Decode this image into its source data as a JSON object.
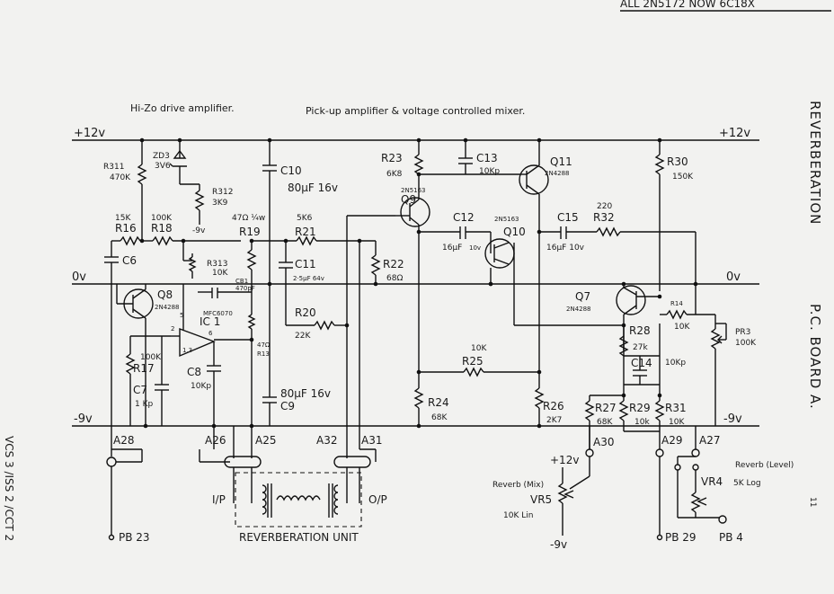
{
  "header": {
    "top_strip": "ALL 2N5172 NOW 6C18X"
  },
  "titles": {
    "hi_zo": "Hi-Zo drive amplifier.",
    "pickup": "Pick-up amplifier & voltage controlled mixer."
  },
  "side": {
    "reverberation": "REVERBERATION",
    "pc_board": "P.C. BOARD  A.",
    "page_number": "11",
    "ref": "VCS 3 /ISS 2 /CCT 2"
  },
  "rails": {
    "pos_left": "+12v",
    "pos_right": "+12v",
    "zero_left": "0v",
    "zero_right": "0v",
    "neg_left": "-9v",
    "neg_right": "-9v",
    "zd3_neg": "-9v"
  },
  "components": {
    "r311": "R311",
    "r311_val": "470K",
    "zd3": "ZD3",
    "zd3_val": "3V6",
    "r312": "R312",
    "r312_val": "3K9",
    "r16_val": "15K",
    "r16": "R16",
    "r18_val": "100K",
    "r18": "R18",
    "c6": "C6",
    "r313": "R313",
    "r313_val": "10K",
    "q8": "Q8",
    "q8_type": "2N4288",
    "cb1": "CB1",
    "cb1_val": "470pF",
    "mfc": "MFC6070",
    "ic1": "IC 1",
    "pin5": "5",
    "pin2": "2",
    "pin6": "6",
    "pin13": "1,3",
    "r17": "R17",
    "r17_val": "100K",
    "c7": "C7",
    "c7_val": "1 Kp",
    "c8": "C8",
    "c8_val": "10Kp",
    "r13": "R13",
    "r13_val": "47Ω",
    "r19_val": "47Ω ¼w",
    "r19": "R19",
    "c10": "C10",
    "c10_val": "80μF 16v",
    "c9": "C9",
    "c9_val": "80μF 16v",
    "r21_val": "5K6",
    "r21": "R21",
    "c11": "C11",
    "c11_val": "2·5μF 64v",
    "r22": "R22",
    "r22_val": "68Ω",
    "r20": "R20",
    "r20_val": "22K",
    "r23": "R23",
    "r23_val": "6K8",
    "q9_type": "2N5163",
    "q9": "Q9",
    "c13": "C13",
    "c13_val": "10Kp",
    "q11": "Q11",
    "q11_type": "2N4288",
    "c12": "C12",
    "c12_val1": "16μF",
    "c12_val2": "10v",
    "q10_type": "2N5163",
    "q10": "Q10",
    "c15": "C15",
    "c15_val": "16μF 10v",
    "r32_val": "220",
    "r32": "R32",
    "r30": "R30",
    "r30_val": "150K",
    "q7": "Q7",
    "q7_type": "2N4288",
    "r14": "R14",
    "r14_val": "10K",
    "pr3": "PR3",
    "pr3_val": "100K",
    "r28": "R28",
    "r28_val": "27k",
    "c14": "C14",
    "c14_val": "10Kp",
    "r25_val": "10K",
    "r25": "R25",
    "r24": "R24",
    "r24_val": "68K",
    "r26": "R26",
    "r26_val": "2K7",
    "r27": "R27",
    "r27_val": "68K",
    "r29": "R29",
    "r29_val": "10k",
    "r31": "R31",
    "r31_val": "10K"
  },
  "connectors": {
    "a28": "A28",
    "a26": "A26",
    "a25": "A25",
    "a32": "A32",
    "a31": "A31",
    "a30": "A30",
    "a29": "A29",
    "a27": "A27",
    "pb23": "PB 23",
    "pb29": "PB 29",
    "pb4": "PB 4"
  },
  "reverb_unit": {
    "label": "REVERBERATION UNIT",
    "ip": "I/P",
    "op": "O/P"
  },
  "controls": {
    "vr5_name": "Reverb (Mix)",
    "vr5": "VR5",
    "vr5_val": "10K Lin",
    "vr5_pos": "+12v",
    "vr5_neg": "-9v",
    "vr4_name": "Reverb (Level)",
    "vr4": "VR4",
    "vr4_val": "5K Log"
  },
  "colors": {
    "ink": "#111111",
    "paper": "#f2f2f0"
  }
}
